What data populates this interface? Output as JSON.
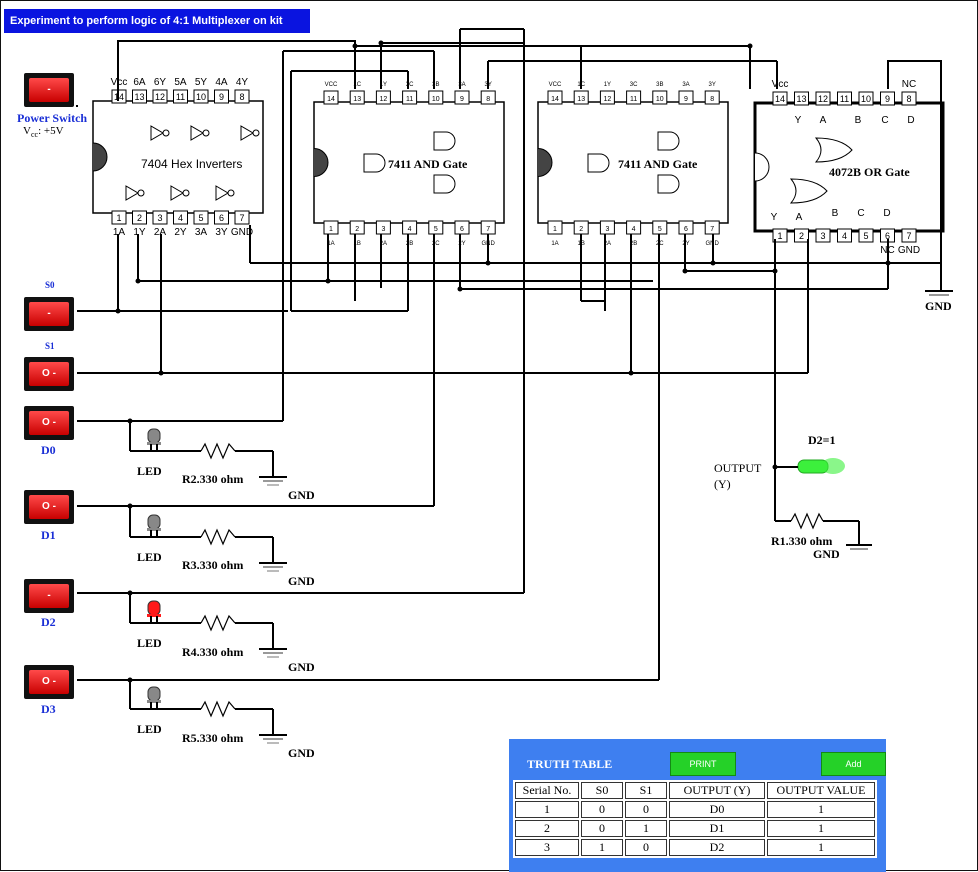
{
  "title": "Experiment to perform logic of 4:1 Multiplexer on kit",
  "power_switch": {
    "label": "Power Switch",
    "vcc_label": "V",
    "vcc_sub": "cc",
    "vcc_value": ": +5V"
  },
  "switches": {
    "s0": "S0",
    "s1": "S1",
    "d0": "D0",
    "d1": "D1",
    "d2": "D2",
    "d3": "D3"
  },
  "switch_glyphs": {
    "off": "O -",
    "on": "-"
  },
  "ics": {
    "hex_inverter": {
      "name": "7404 Hex Inverters",
      "top_pins": [
        "Vcc",
        "6A",
        "6Y",
        "5A",
        "5Y",
        "4A",
        "4Y"
      ],
      "top_nums": [
        "14",
        "13",
        "12",
        "11",
        "10",
        "9",
        "8"
      ],
      "bottom_pins": [
        "1A",
        "1Y",
        "2A",
        "2Y",
        "3A",
        "3Y",
        "GND"
      ],
      "bottom_nums": [
        "1",
        "2",
        "3",
        "4",
        "5",
        "6",
        "7"
      ]
    },
    "and_gate_1": {
      "name": "7411 AND Gate",
      "top_pins": [
        "VCC",
        "1C",
        "1Y",
        "3C",
        "3B",
        "3A",
        "3Y"
      ],
      "bottom_pins": [
        "1A",
        "1B",
        "2A",
        "2B",
        "2C",
        "2Y",
        "GND"
      ]
    },
    "and_gate_2": {
      "name": "7411 AND Gate",
      "top_pins": [
        "VCC",
        "1C",
        "1Y",
        "3C",
        "3B",
        "3A",
        "3Y"
      ],
      "bottom_pins": [
        "1A",
        "1B",
        "2A",
        "2B",
        "2C",
        "2Y",
        "GND"
      ]
    },
    "or_gate": {
      "name": "4072B OR Gate",
      "top_pins": [
        "Vcc",
        "",
        "",
        "",
        "",
        "",
        "NC"
      ],
      "bottom_pins": [
        "",
        "",
        "",
        "",
        "",
        "NC",
        "GND"
      ],
      "gate_inputs": [
        "Y",
        "A",
        "B",
        "C",
        "D"
      ]
    },
    "pin_nums_top": [
      "14",
      "13",
      "12",
      "11",
      "10",
      "9",
      "8"
    ],
    "pin_nums_bottom": [
      "1",
      "2",
      "3",
      "4",
      "5",
      "6",
      "7"
    ]
  },
  "leds": [
    {
      "label": "LED",
      "resistor": "R2.330 ohm",
      "gnd": "GND",
      "color": "#888888"
    },
    {
      "label": "LED",
      "resistor": "R3.330 ohm",
      "gnd": "GND",
      "color": "#888888"
    },
    {
      "label": "LED",
      "resistor": "R4.330 ohm",
      "gnd": "GND",
      "color": "#ff1a1a"
    },
    {
      "label": "LED",
      "resistor": "R5.330 ohm",
      "gnd": "GND",
      "color": "#888888"
    }
  ],
  "output": {
    "label": "OUTPUT",
    "sub": "(Y)",
    "led_state": "D2=1",
    "led_color": "#3cf03c",
    "resistor": "R1.330 ohm",
    "gnd": "GND",
    "gnd_top": "GND"
  },
  "truth_table": {
    "heading": "TRUTH TABLE",
    "print_button": "PRINT",
    "add_button": "Add",
    "columns": [
      "Serial No.",
      "S0",
      "S1",
      "OUTPUT (Y)",
      "OUTPUT VALUE"
    ],
    "rows": [
      [
        "1",
        "0",
        "0",
        "D0",
        "1"
      ],
      [
        "2",
        "0",
        "1",
        "D1",
        "1"
      ],
      [
        "3",
        "1",
        "0",
        "D2",
        "1"
      ]
    ]
  },
  "colors": {
    "title_bg": "#0a14e0",
    "switch_red": "#e01010",
    "table_bg": "#3e7ff0",
    "button_green": "#25d128"
  }
}
